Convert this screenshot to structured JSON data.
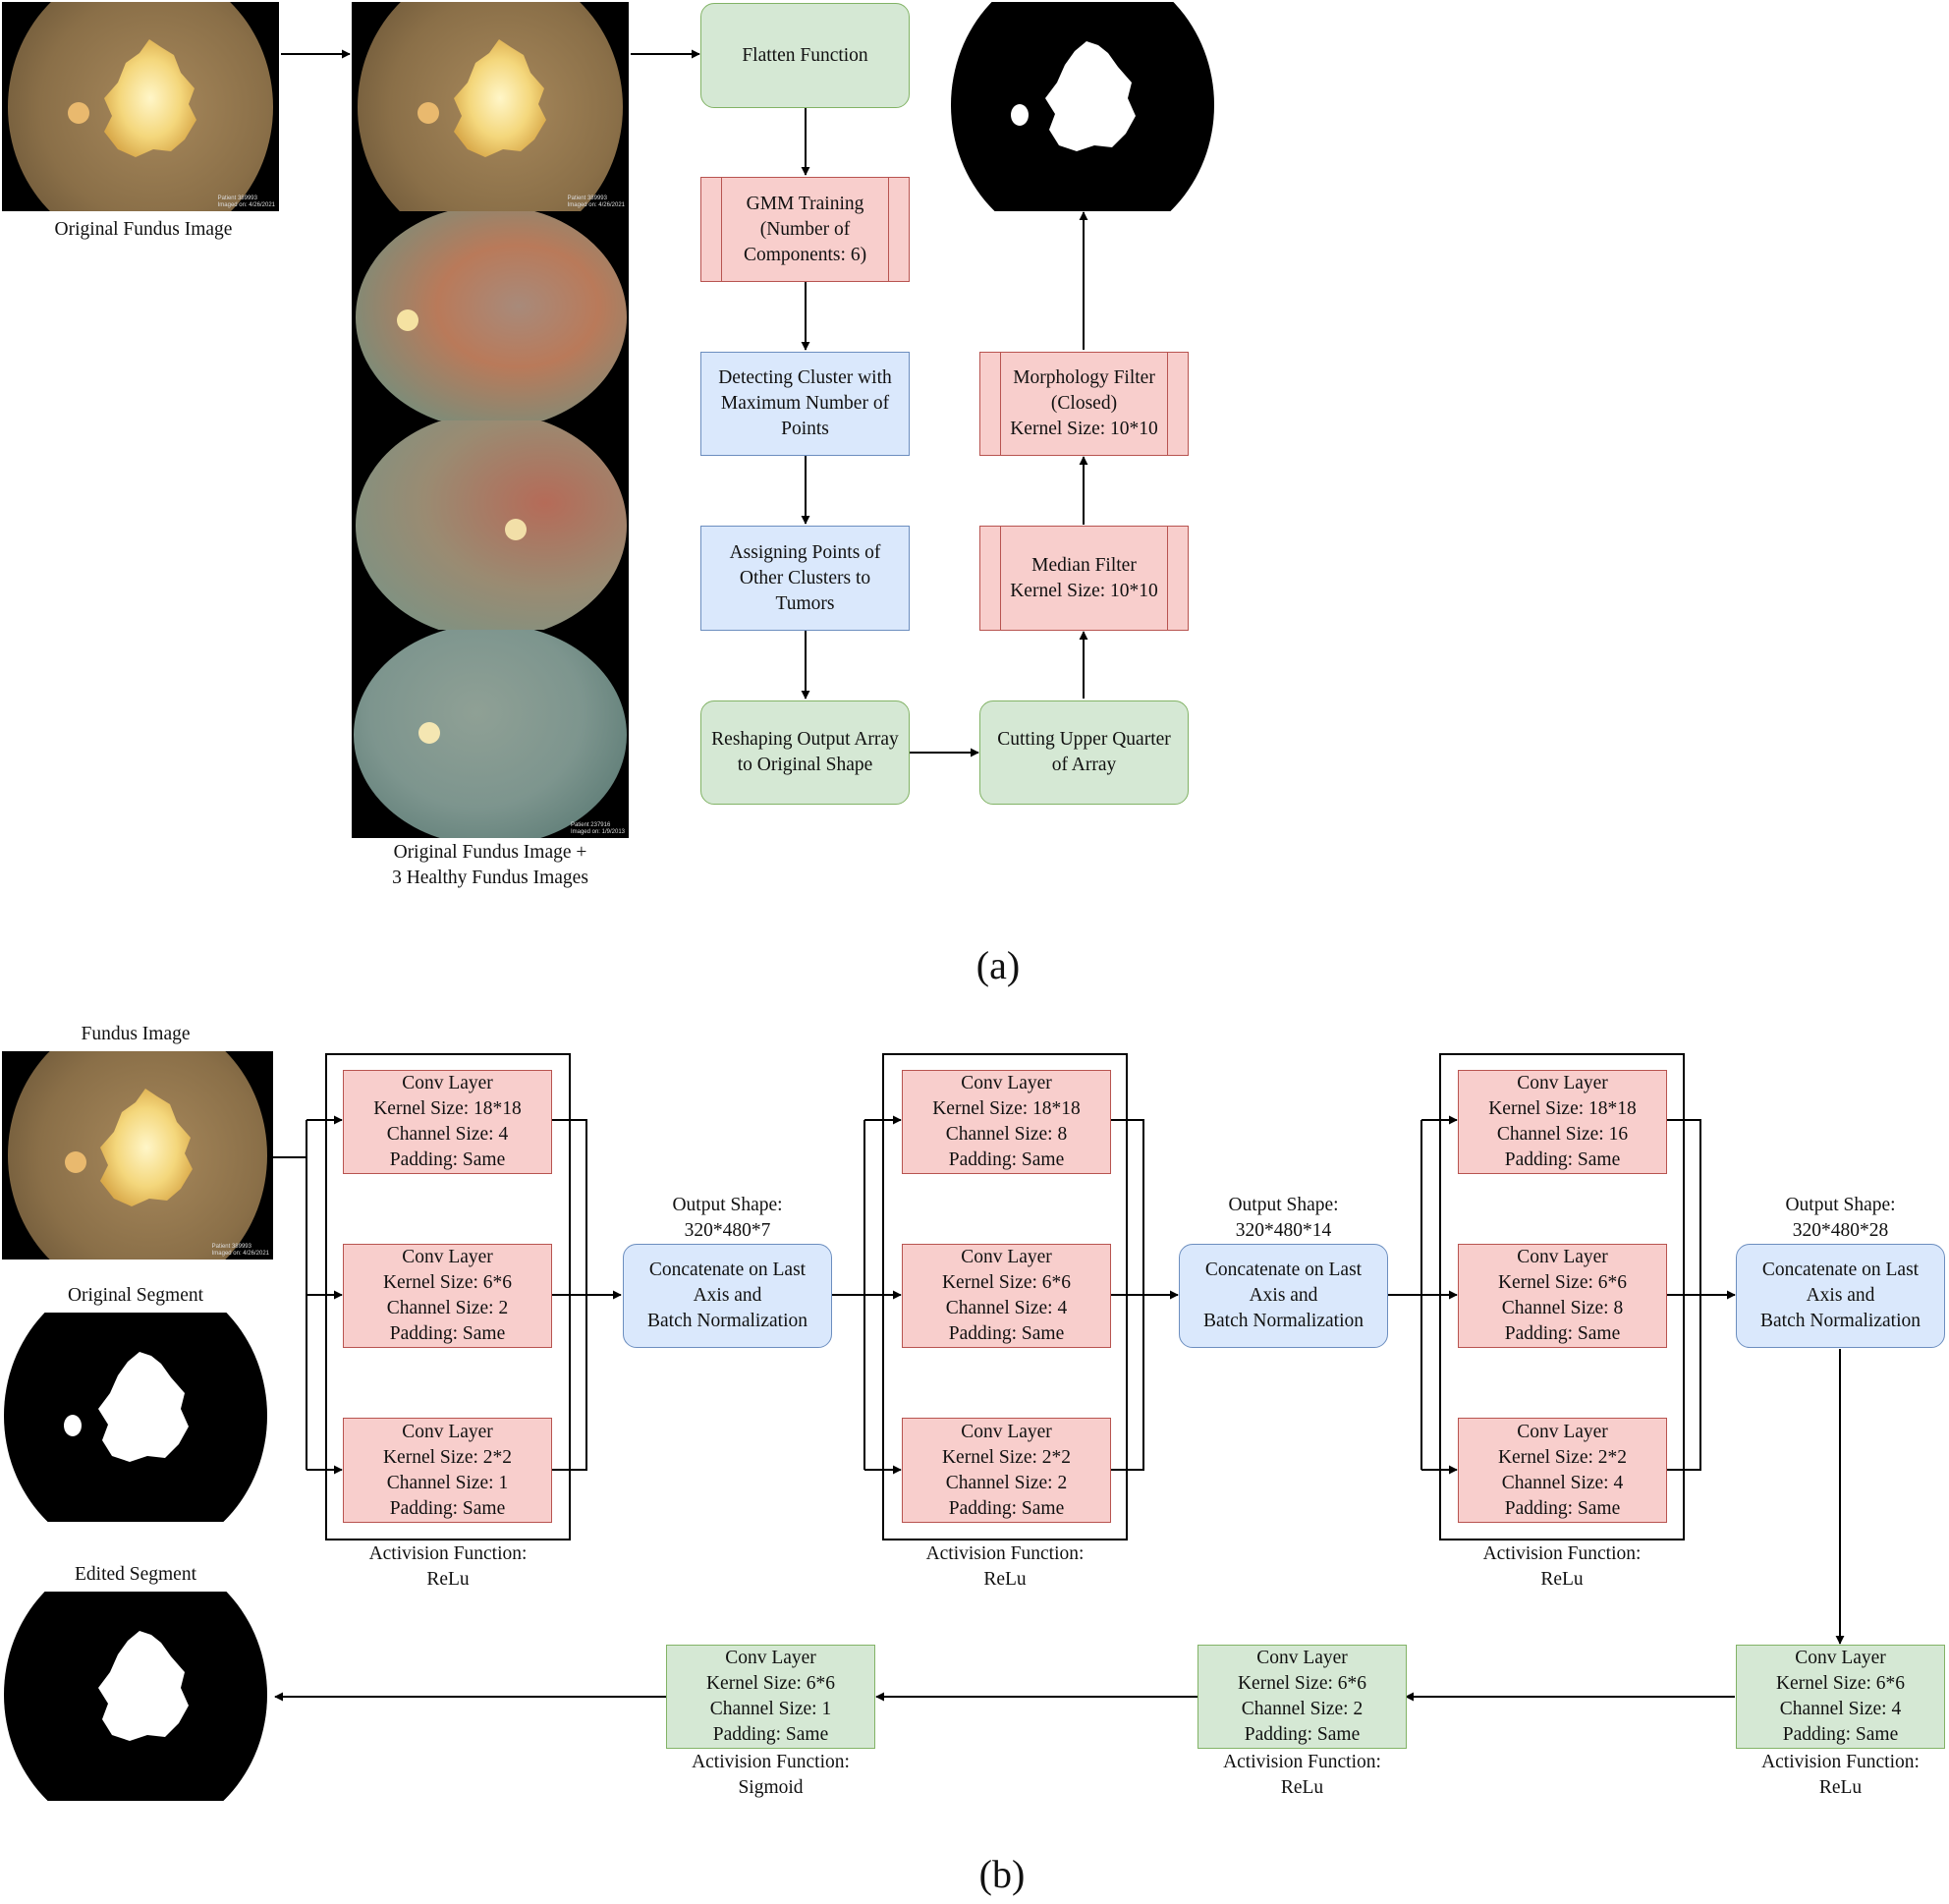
{
  "panel_a": {
    "label": "(a)",
    "caption_original": "Original Fundus Image",
    "caption_stack": [
      "Original Fundus Image +",
      "3 Healthy Fundus Images"
    ],
    "stamp_1": [
      "Patient 389993",
      "Imaged on: 4/26/2021"
    ],
    "stamp_4": [
      "Patient 237916",
      "Imaged on: 1/9/2013"
    ],
    "flatten": [
      "Flatten Function"
    ],
    "gmm": [
      "GMM Training",
      "(Number of",
      "Components: 6)"
    ],
    "detect": [
      "Detecting Cluster with",
      "Maximum Number of",
      "Points"
    ],
    "assign": [
      "Assigning Points of",
      "Other Clusters to",
      "Tumors"
    ],
    "reshape": [
      "Reshaping Output Array",
      "to Original Shape"
    ],
    "cutting": [
      "Cutting Upper Quarter",
      "of Array"
    ],
    "median": [
      "Median Filter",
      "Kernel Size: 10*10"
    ],
    "morph": [
      "Morphology Filter",
      "(Closed)",
      "Kernel Size: 10*10"
    ]
  },
  "panel_b": {
    "label": "(b)",
    "caption_fundus": "Fundus Image",
    "caption_original_segment": "Original Segment",
    "caption_edited_segment": "Edited Segment",
    "stamp": [
      "Patient 389993",
      "Imaged on: 4/26/2021"
    ],
    "blocks": [
      {
        "convs": [
          [
            "Conv Layer",
            "Kernel Size: 18*18",
            "Channel Size: 4",
            "Padding: Same"
          ],
          [
            "Conv Layer",
            "Kernel Size: 6*6",
            "Channel Size: 2",
            "Padding: Same"
          ],
          [
            "Conv Layer",
            "Kernel Size: 2*2",
            "Channel Size: 1",
            "Padding: Same"
          ]
        ],
        "activation": [
          "Activision Function:",
          "ReLu"
        ],
        "output_shape": [
          "Output Shape:",
          "320*480*7"
        ],
        "concat": [
          "Concatenate on Last",
          "Axis and",
          "Batch Normalization"
        ]
      },
      {
        "convs": [
          [
            "Conv Layer",
            "Kernel Size: 18*18",
            "Channel Size: 8",
            "Padding: Same"
          ],
          [
            "Conv Layer",
            "Kernel Size: 6*6",
            "Channel Size: 4",
            "Padding: Same"
          ],
          [
            "Conv Layer",
            "Kernel Size: 2*2",
            "Channel Size: 2",
            "Padding: Same"
          ]
        ],
        "activation": [
          "Activision Function:",
          "ReLu"
        ],
        "output_shape": [
          "Output Shape:",
          "320*480*14"
        ],
        "concat": [
          "Concatenate on Last",
          "Axis and",
          "Batch Normalization"
        ]
      },
      {
        "convs": [
          [
            "Conv Layer",
            "Kernel Size: 18*18",
            "Channel Size: 16",
            "Padding: Same"
          ],
          [
            "Conv Layer",
            "Kernel Size: 6*6",
            "Channel Size: 8",
            "Padding: Same"
          ],
          [
            "Conv Layer",
            "Kernel Size: 2*2",
            "Channel Size: 4",
            "Padding: Same"
          ]
        ],
        "activation": [
          "Activision Function:",
          "ReLu"
        ],
        "output_shape": [
          "Output Shape:",
          "320*480*28"
        ],
        "concat": [
          "Concatenate on Last",
          "Axis and",
          "Batch Normalization"
        ]
      }
    ],
    "decoder": [
      {
        "conv": [
          "Conv Layer",
          "Kernel Size: 6*6",
          "Channel Size: 4",
          "Padding: Same"
        ],
        "activation": [
          "Activision Function:",
          "ReLu"
        ]
      },
      {
        "conv": [
          "Conv Layer",
          "Kernel Size: 6*6",
          "Channel Size: 2",
          "Padding: Same"
        ],
        "activation": [
          "Activision Function:",
          "ReLu"
        ]
      },
      {
        "conv": [
          "Conv Layer",
          "Kernel Size: 6*6",
          "Channel Size: 1",
          "Padding: Same"
        ],
        "activation": [
          "Activision Function:",
          "Sigmoid"
        ]
      }
    ]
  },
  "colors": {
    "green_fill": "#d5e8d4",
    "green_border": "#82b366",
    "red_fill": "#f8cecc",
    "red_border": "#b85450",
    "blue_fill": "#dae8fc",
    "blue_border": "#6c8ebf"
  }
}
